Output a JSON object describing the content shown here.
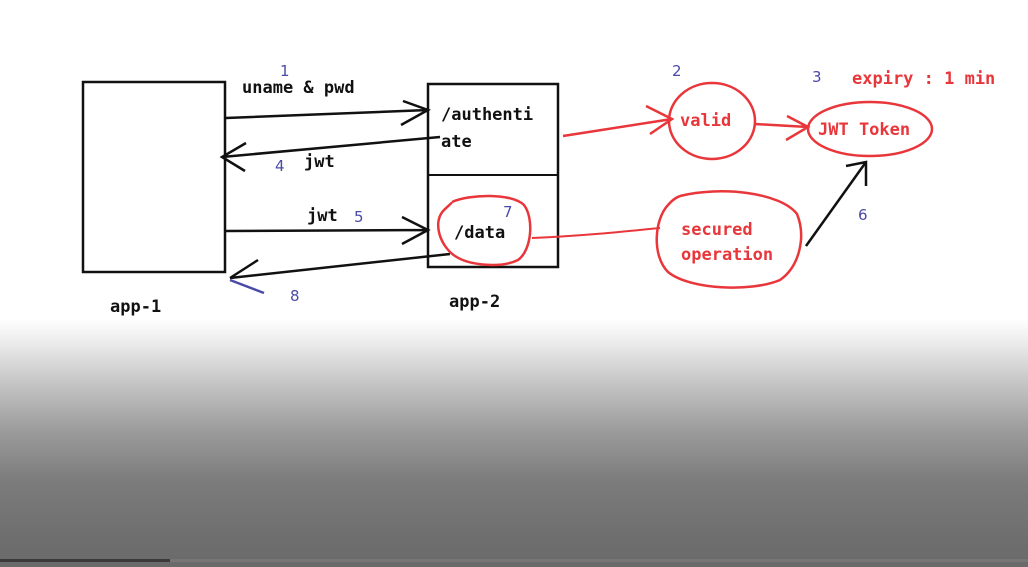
{
  "colors": {
    "ink": "#111111",
    "red": "#e8363a",
    "step": "#4a4aa8",
    "progress": "#3a3a3a"
  },
  "nodes": {
    "app1": {
      "label": "app-1"
    },
    "app2": {
      "label": "app-2",
      "authenticate_line1": "/authenti",
      "authenticate_line2": "ate",
      "data_label": "/data"
    },
    "valid": "valid",
    "jwt_token": "JWT Token",
    "secured_line1": "secured",
    "secured_line2": "operation",
    "expiry": "expiry : 1 min"
  },
  "edges": {
    "uname_pwd": "uname & pwd",
    "jwt_return": "jwt",
    "jwt_send": "jwt"
  },
  "steps": [
    "1",
    "2",
    "3",
    "4",
    "5",
    "6",
    "7",
    "8"
  ],
  "video_progress": 0.165
}
